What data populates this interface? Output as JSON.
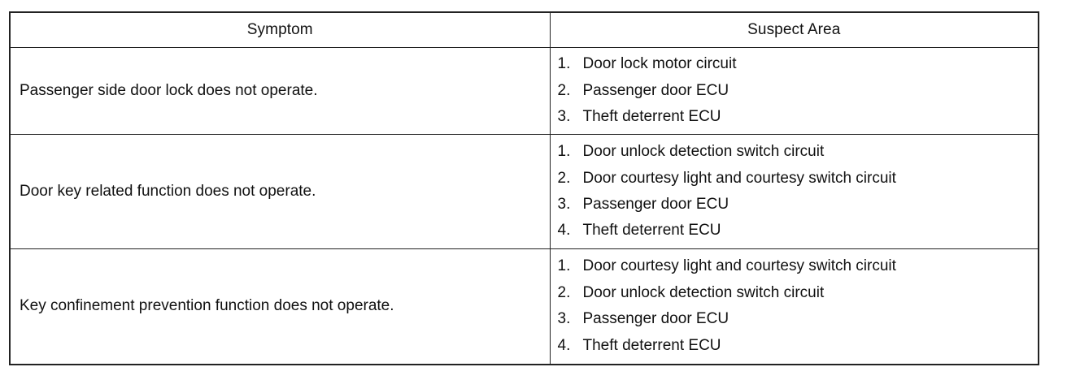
{
  "table": {
    "headers": {
      "symptom": "Symptom",
      "suspect_area": "Suspect Area"
    },
    "rows": [
      {
        "symptom": "Passenger side door lock does not operate.",
        "suspect_areas": [
          {
            "num": "1.",
            "text": "Door lock motor circuit"
          },
          {
            "num": "2.",
            "text": "Passenger door ECU"
          },
          {
            "num": "3.",
            "text": "Theft deterrent ECU"
          }
        ]
      },
      {
        "symptom": "Door key related function does not operate.",
        "suspect_areas": [
          {
            "num": "1.",
            "text": "Door unlock detection switch circuit"
          },
          {
            "num": "2.",
            "text": "Door courtesy light and courtesy switch circuit"
          },
          {
            "num": "3.",
            "text": "Passenger door ECU"
          },
          {
            "num": "4.",
            "text": "Theft deterrent ECU"
          }
        ]
      },
      {
        "symptom": "Key confinement prevention function does not operate.",
        "suspect_areas": [
          {
            "num": "1.",
            "text": "Door courtesy light and courtesy switch circuit"
          },
          {
            "num": "2.",
            "text": "Door unlock detection switch circuit"
          },
          {
            "num": "3.",
            "text": "Passenger door ECU"
          },
          {
            "num": "4.",
            "text": "Theft deterrent ECU"
          }
        ]
      }
    ]
  }
}
